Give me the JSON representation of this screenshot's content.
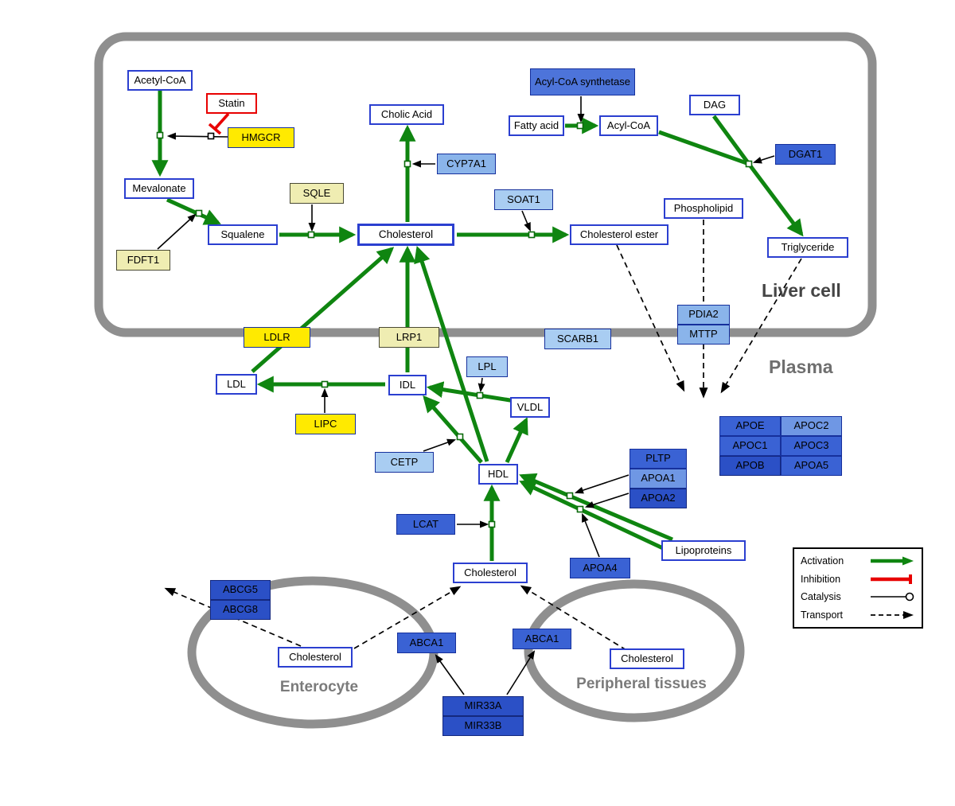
{
  "regions": {
    "liver_cell": "Liver cell",
    "plasma": "Plasma",
    "enterocyte": "Enterocyte",
    "peripheral": "Peripheral tissues"
  },
  "nodes": {
    "acetyl_coa": "Acetyl-CoA",
    "statin": "Statin",
    "hmgcr": "HMGCR",
    "mevalonate": "Mevalonate",
    "sqle": "SQLE",
    "fdft1": "FDFT1",
    "squalene": "Squalene",
    "cholesterol_liver": "Cholesterol",
    "cholic_acid": "Cholic Acid",
    "cyp7a1": "CYP7A1",
    "soat1": "SOAT1",
    "cholesterol_ester": "Cholesterol ester",
    "acyl_coa_synthetase": "Acyl-CoA synthetase",
    "fatty_acid": "Fatty acid",
    "acyl_coa": "Acyl-CoA",
    "dag": "DAG",
    "dgat1": "DGAT1",
    "phospholipid": "Phospholipid",
    "triglyceride": "Triglyceride",
    "ldlr": "LDLR",
    "lrp1": "LRP1",
    "scarb1": "SCARB1",
    "pdia2": "PDIA2",
    "mttp": "MTTP",
    "ldl": "LDL",
    "idl": "IDL",
    "lpl": "LPL",
    "vldl": "VLDL",
    "lipc": "LIPC",
    "cetp": "CETP",
    "hdl": "HDL",
    "pltp": "PLTP",
    "apoa1": "APOA1",
    "apoa2": "APOA2",
    "lcat": "LCAT",
    "apoa4": "APOA4",
    "lipoproteins": "Lipoproteins",
    "apoe": "APOE",
    "apoc2": "APOC2",
    "apoc1": "APOC1",
    "apoc3": "APOC3",
    "apob": "APOB",
    "apoa5": "APOA5",
    "cholesterol_plasma": "Cholesterol",
    "abcg5": "ABCG5",
    "abcg8": "ABCG8",
    "cholesterol_enterocyte": "Cholesterol",
    "abca1_enterocyte": "ABCA1",
    "abca1_peripheral": "ABCA1",
    "mir33a": "MIR33A",
    "mir33b": "MIR33B",
    "cholesterol_peripheral": "Cholesterol"
  },
  "legend": {
    "activation": "Activation",
    "inhibition": "Inhibition",
    "catalysis": "Catalysis",
    "transport": "Transport"
  },
  "colors": {
    "activation_green": "#0f8510",
    "inhibition_red": "#e80000",
    "membrane_gray": "#8f8f8f",
    "node_border_blue": "#2b3fd0",
    "yellow": "#ffea00",
    "pale_yellow": "#efedb2",
    "light_blue": "#a9cdf2",
    "medium_blue": "#3a62d4",
    "dark_blue": "#2b50c6"
  }
}
